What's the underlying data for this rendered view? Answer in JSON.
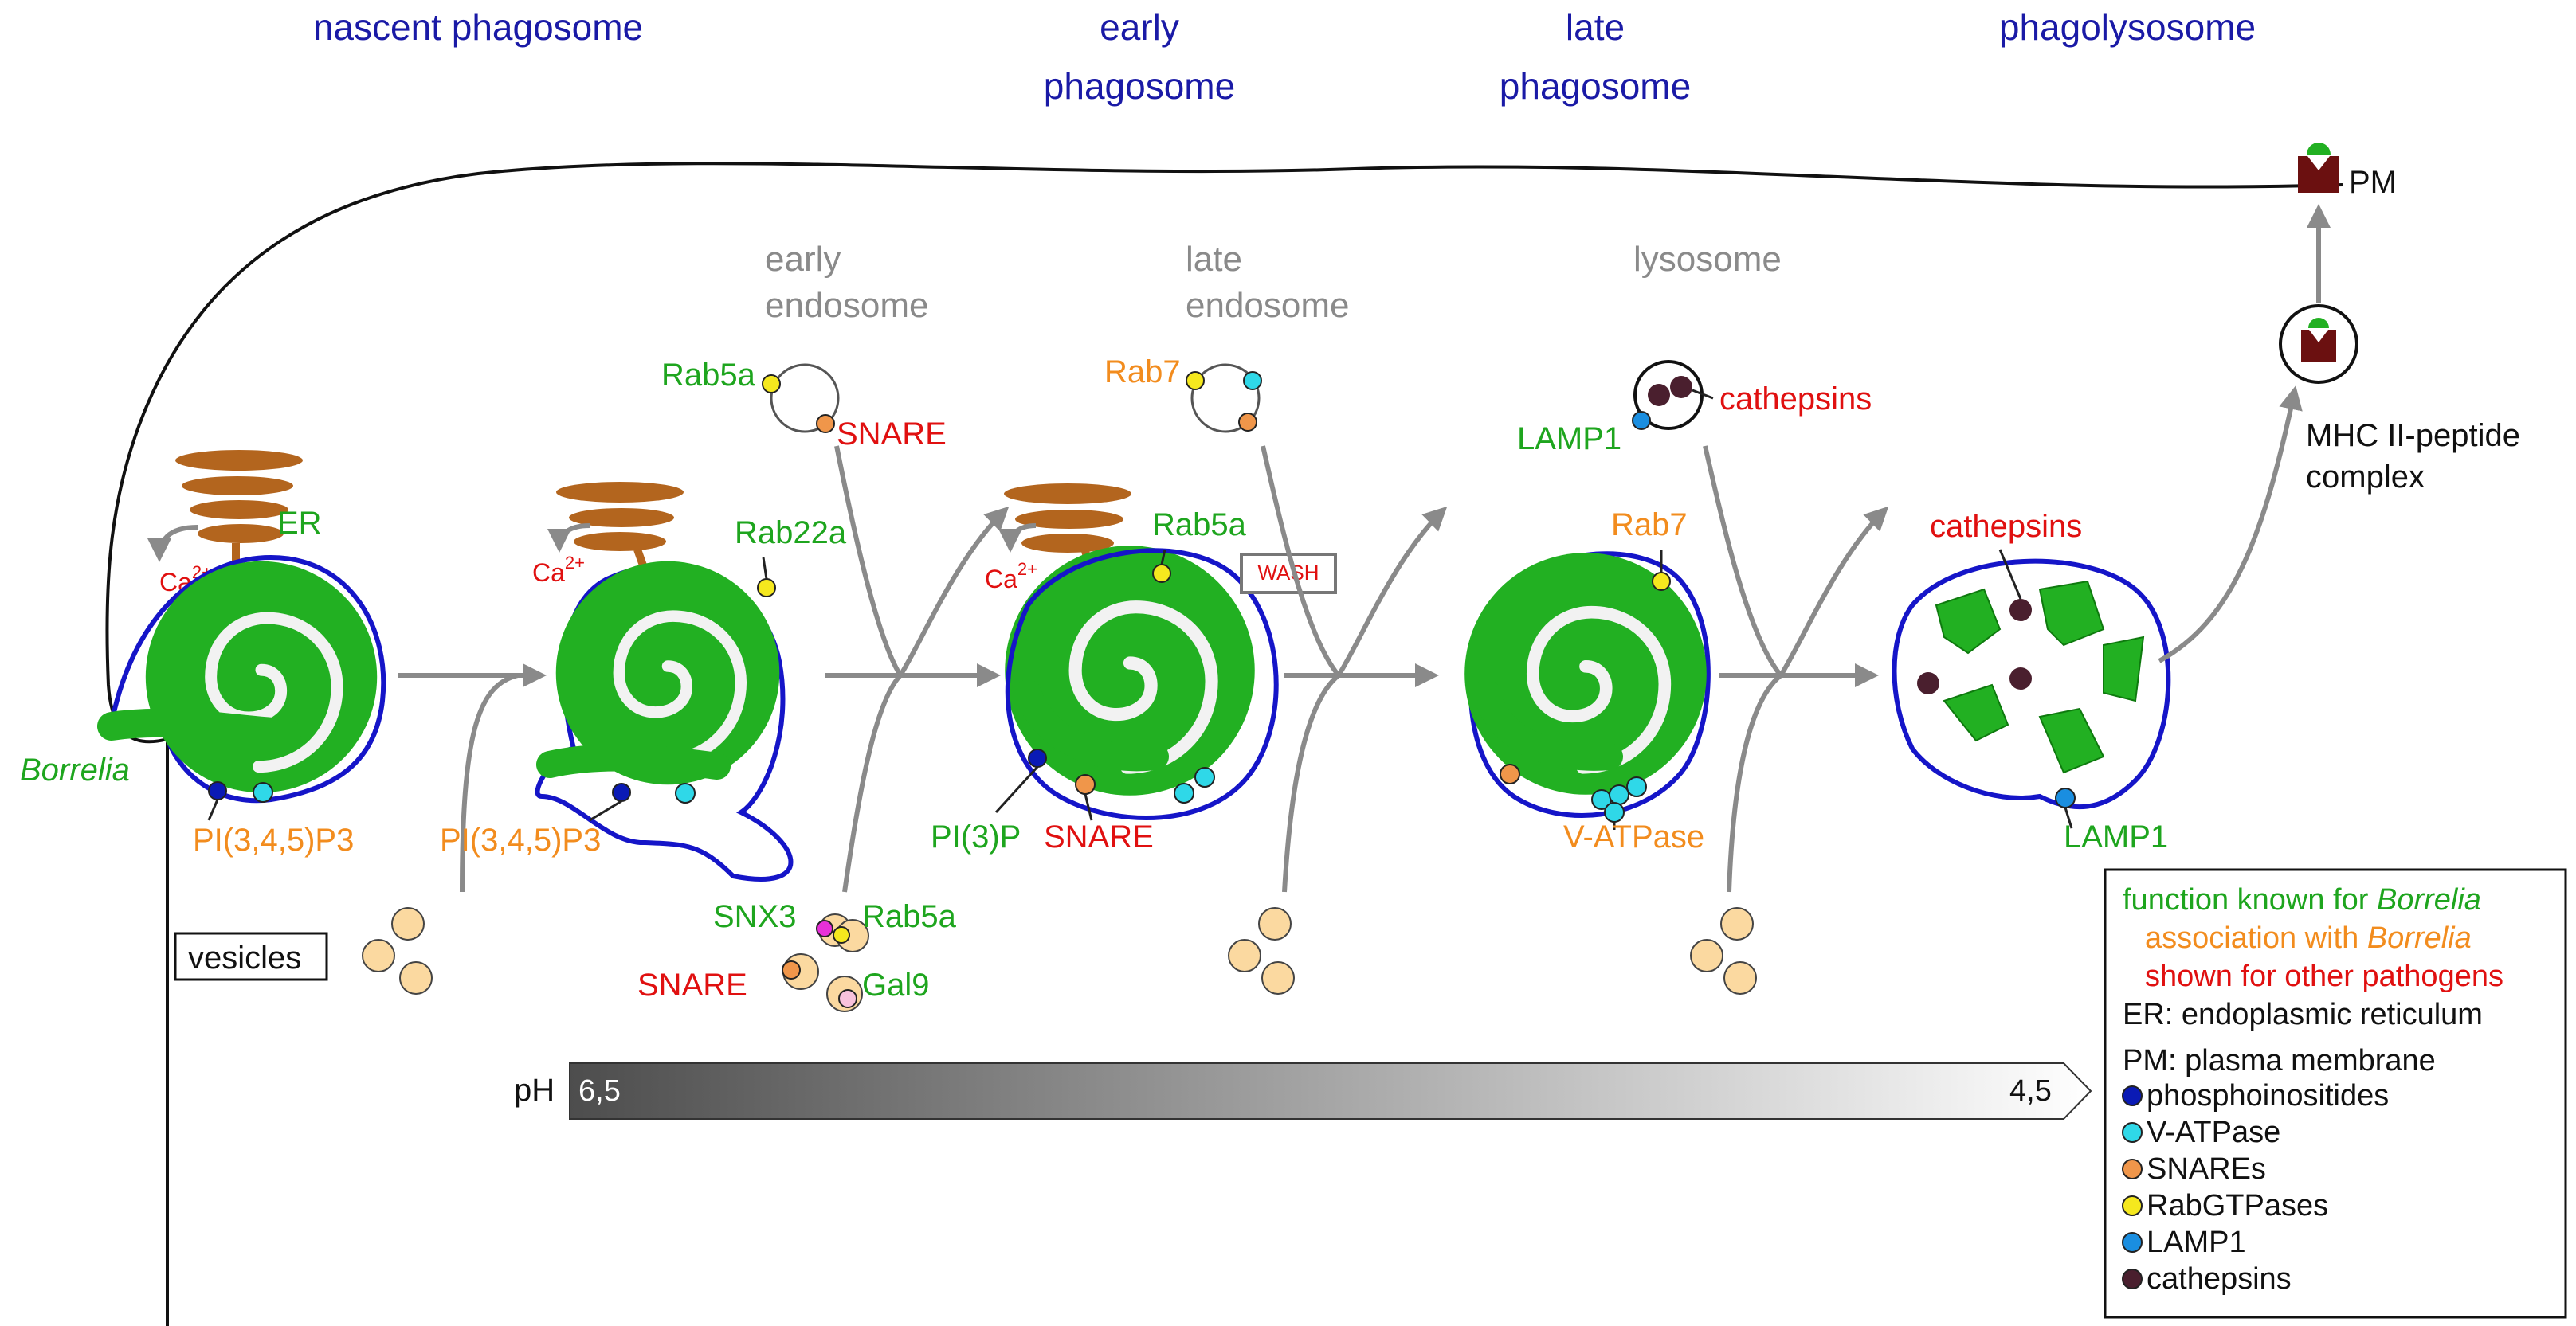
{
  "stage_titles": {
    "nascent": "nascent phagosome",
    "early_1": "early",
    "early_2": "phagosome",
    "late_1": "late",
    "late_2": "phagosome",
    "phagolysosome": "phagolysosome"
  },
  "compartments": {
    "early_endosome_1": "early",
    "early_endosome_2": "endosome",
    "late_endosome_1": "late",
    "late_endosome_2": "endosome",
    "lysosome": "lysosome"
  },
  "labels": {
    "pm": "PM",
    "er": "ER",
    "ca_base": "Ca",
    "ca_sup": "2+",
    "borrelia": "Borrelia",
    "pip3_1": "PI(3,4,5)P3",
    "pip3_2": "PI(3,4,5)P3",
    "vesicles": "vesicles",
    "rab5a_endo": "Rab5a",
    "snare_endo": "SNARE",
    "rab22a": "Rab22a",
    "rab7_endo": "Rab7",
    "rab5a_early": "Rab5a",
    "wash": "WASH",
    "pi3p": "PI(3)P",
    "snare_early": "SNARE",
    "snx3": "SNX3",
    "rab5a_snx": "Rab5a",
    "snare_snx": "SNARE",
    "gal9": "Gal9",
    "lamp1_lyso": "LAMP1",
    "cathepsins_lyso": "cathepsins",
    "rab7_late": "Rab7",
    "vatpase": "V-ATPase",
    "cathepsins_phago": "cathepsins",
    "lamp1_phago": "LAMP1",
    "mhc_1": "MHC II-peptide",
    "mhc_2": "complex",
    "ph": "pH",
    "ph_start": "6,5",
    "ph_end": "4,5"
  },
  "legend": {
    "known_prefix": "function known for ",
    "known_italic": "Borrelia",
    "assoc_prefix": "association with ",
    "assoc_italic": "Borrelia",
    "other": "shown for other pathogens",
    "er": "ER: endoplasmic reticulum",
    "pm": "PM: plasma membrane",
    "items": [
      {
        "label": "phosphoinositides",
        "color": "#0a1ab5"
      },
      {
        "label": "V-ATPase",
        "color": "#2fd8e8"
      },
      {
        "label": "SNAREs",
        "color": "#f0964a"
      },
      {
        "label": "RabGTPases",
        "color": "#f5e81e"
      },
      {
        "label": "LAMP1",
        "color": "#1a8ee0"
      },
      {
        "label": "cathepsins",
        "color": "#4a1f2e"
      }
    ]
  },
  "colors": {
    "function_known": "#1ea51e",
    "association": "#f28c1e",
    "other_pathogens": "#e01010",
    "stage_title": "#1a1aa6",
    "membrane": "#1515c8",
    "borrelia": "#22b022",
    "er": "#b3651e",
    "vesicle": "#fbd9a0",
    "mhc": "#6b1010"
  }
}
